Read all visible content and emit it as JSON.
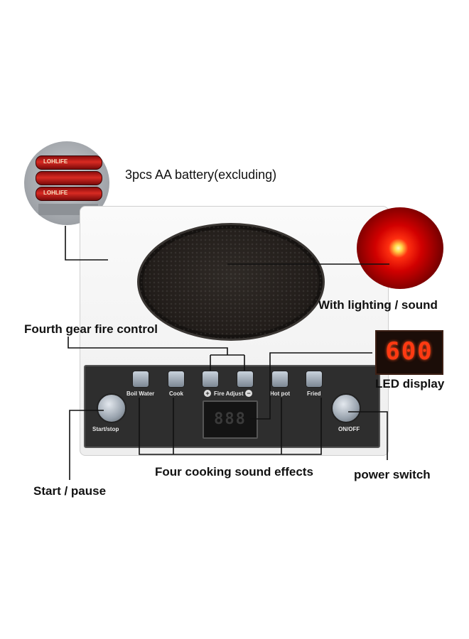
{
  "callouts": {
    "battery": "3pcs AA battery(excluding)",
    "lighting": "With lighting / sound",
    "fire_control": "Fourth gear fire control",
    "led_display": "LED display",
    "sound_effects": "Four cooking sound effects",
    "power_switch": "power switch",
    "start_pause": "Start / pause"
  },
  "panel": {
    "boil_water": "Boil Water",
    "cook": "Cook",
    "fire_adjust": "Fire Adjust",
    "hot_pot": "Hot pot",
    "fried": "Fried",
    "start_stop": "Start/stop",
    "on_off": "ON/OFF",
    "screen_value": "888",
    "plus": "+",
    "minus": "−"
  },
  "led_display_value": "600",
  "battery_photo": {
    "label": "LOHLIFE"
  },
  "colors": {
    "led": "#ff3a12",
    "panel": "#2e2e2e",
    "light": "#d10000"
  }
}
